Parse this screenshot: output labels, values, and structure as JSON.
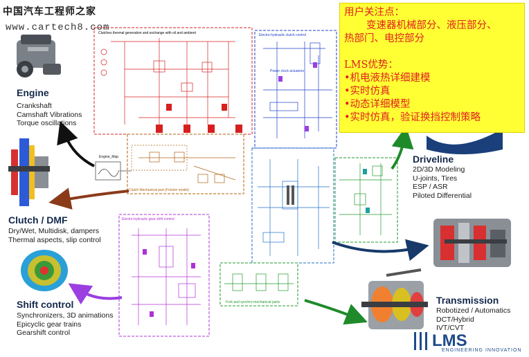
{
  "watermark": {
    "site_name": "中国汽车工程师之家",
    "url": "www.cartech8.com"
  },
  "callout": {
    "heading": "用户关注点：",
    "focus_text": "变速器机械部分、液压部分、",
    "focus_text_2": "热部门、电控部分",
    "advantages_heading": "LMS优势：",
    "advantages": [
      "•机电液热详细建模",
      "•实时仿真",
      "•动态详细模型",
      "•实时仿真，验证换挡控制策略"
    ]
  },
  "sections": {
    "engine": {
      "title": "Engine",
      "items": [
        "Crankshaft",
        "Camshaft Vibrations",
        "Torque oscillations"
      ]
    },
    "clutch": {
      "title": "Clutch / DMF",
      "items": [
        "Dry/Wet, Multidisk, dampers",
        "Thermal aspects, slip control"
      ]
    },
    "shift": {
      "title": "Shift control",
      "items": [
        "Synchronizers, 3D animations",
        "Epicyclic gear trains",
        "Gearshift control"
      ]
    },
    "driveline": {
      "title": "Driveline",
      "items": [
        "2D/3D Modeling",
        "U-joints, Tires",
        "ESP / ASR",
        "Piloted Differential"
      ]
    },
    "transmission": {
      "title": "Transmission",
      "items": [
        "Robotized / Automatics",
        "DCT/Hybrid",
        "IVT/CVT"
      ]
    }
  },
  "diagram_boxes": {
    "thermal": "Clutches thermal generation and exchange with oil and ambient",
    "electro_clutch": "Electro-hydraulic clutch control",
    "engine_map": "Engine_Map",
    "clutch_mech": "Clutch Mechanical part (Friction model)",
    "gear_shift": "Electro-hydraulic gear shift control",
    "power_clock": "Power clock actuators",
    "sync": "Fork and synchro-mechanical parts"
  },
  "logo": {
    "text": "LMS",
    "tagline": "ENGINEERING INNOVATION"
  },
  "colors": {
    "callout_bg": "#ffff33",
    "callout_text": "#e02020",
    "title_navy": "#14284b",
    "arrow_black": "#111111",
    "arrow_brown": "#8b3a1a",
    "arrow_purple": "#9b3fe0",
    "arrow_green": "#1f8a2a",
    "arrow_navy": "#173a6b",
    "lms_blue": "#1d4a8a"
  }
}
